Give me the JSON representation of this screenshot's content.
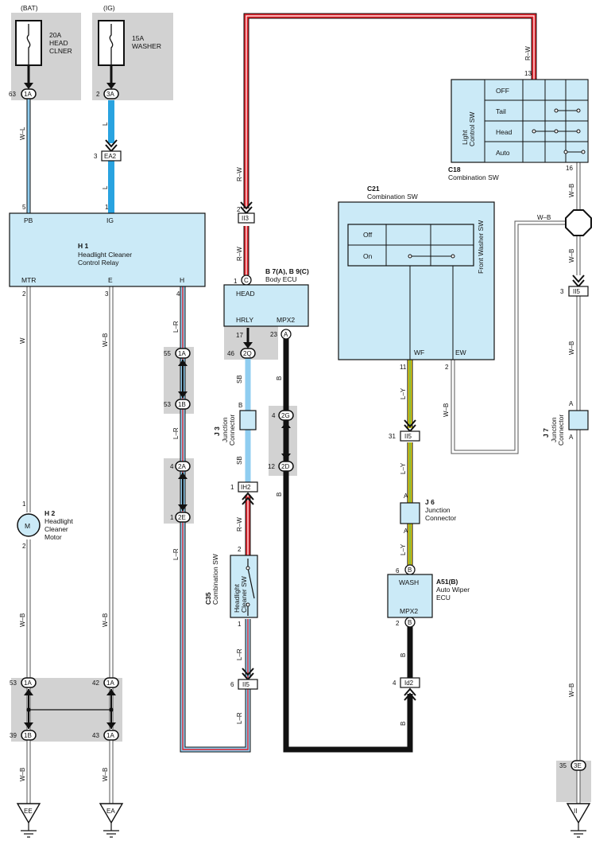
{
  "colors": {
    "box_fill": "#cbeaf7",
    "shade": "#d2d2d2",
    "wire_red": "#e2222a",
    "wire_blue": "#29a3e0",
    "wire_lightblue": "#8fcdf0",
    "wire_yellow": "#ecd21a",
    "wire_green": "#5fb043",
    "wire_black": "#111111"
  },
  "sources": [
    {
      "id": "bat",
      "supply": "(BAT)",
      "rating": "20A",
      "name1": "HEAD",
      "name2": "CLNER",
      "pin": "63",
      "conn": "1A"
    },
    {
      "id": "ig",
      "supply": "(IG)",
      "rating": "15A",
      "name1": "WASHER",
      "name2": "",
      "pin": "2",
      "conn": "3A"
    }
  ],
  "relay": {
    "code": "H 1",
    "name1": "Headlight Cleaner",
    "name2": "Control Relay",
    "pins_top": {
      "pb_label": "PB",
      "pb_num": "5",
      "ig_label": "IG",
      "ig_num": "1"
    },
    "pins_bottom": {
      "mtr_label": "MTR",
      "mtr_num": "2",
      "e_label": "E",
      "e_num": "3",
      "h_label": "H",
      "h_num": "4"
    }
  },
  "motor": {
    "code": "H 2",
    "name1": "Headlight",
    "name2": "Cleaner",
    "name3": "Motor",
    "symbol": "M",
    "pin_top": "1",
    "pin_bottom": "2"
  },
  "body_ecu": {
    "code": "B 7(A), B 9(C)",
    "name": "Body ECU",
    "head_label": "HEAD",
    "hrly_label": "HRLY",
    "mpx2_label": "MPX2",
    "head_pin": "1",
    "head_conn": "C",
    "hrly_pin": "17",
    "mpx2_pin": "23",
    "mpx2_conn": "A"
  },
  "combo_c18": {
    "code": "C18",
    "name": "Combination SW",
    "side": "Light Control SW",
    "side1": "Light",
    "side2": "Control SW",
    "rows": [
      "OFF",
      "Tail",
      "Head",
      "Auto"
    ],
    "pin_top": "13",
    "pin_bottom": "16"
  },
  "combo_c21": {
    "code": "C21",
    "name": "Combination SW",
    "side": "Front Washer SW",
    "rows": [
      "Off",
      "On"
    ],
    "wf_label": "WF",
    "ew_label": "EW",
    "wf_pin": "11",
    "ew_pin": "2"
  },
  "combo_c35": {
    "code": "C35",
    "name": "Combination SW",
    "side1": "Headlight",
    "side2": "Cleaner SW",
    "pin_top": "2",
    "pin_bottom": "1"
  },
  "junctions": [
    {
      "code": "J 3",
      "name1": "Junction",
      "name2": "Connector",
      "pin": "B"
    },
    {
      "code": "J 6",
      "name1": "Junction",
      "name2": "Connector",
      "pin_top": "A",
      "pin_bottom": "A"
    },
    {
      "code": "J 7",
      "name1": "Junction",
      "name2": "Connector",
      "pin_top": "A",
      "pin_bottom": "A"
    }
  ],
  "wiper_ecu": {
    "code": "A51(B)",
    "name1": "Auto Wiper",
    "name2": "ECU",
    "wash_label": "WASH",
    "mpx2_label": "MPX2",
    "wash_pin": "6",
    "wash_conn": "B",
    "mpx2_pin": "2",
    "mpx2_conn": "B"
  },
  "connectors": [
    {
      "id": "ea2",
      "pin": "3",
      "label": "EA2"
    },
    {
      "id": "ii3",
      "pin": "2",
      "label": "II3"
    },
    {
      "id": "ih2",
      "pin": "1",
      "label": "IH2"
    },
    {
      "id": "ii5a",
      "pin": "6",
      "label": "II5"
    },
    {
      "id": "ii5b",
      "pin": "31",
      "label": "II5"
    },
    {
      "id": "ii5c",
      "pin": "3",
      "label": "II5"
    },
    {
      "id": "id2",
      "pin": "4",
      "label": "Id2"
    }
  ],
  "ovals": [
    {
      "id": "h55",
      "pin": "55",
      "label": "1A"
    },
    {
      "id": "h53",
      "pin": "53",
      "label": "1B"
    },
    {
      "id": "h4",
      "pin": "4",
      "label": "2A"
    },
    {
      "id": "h1",
      "pin": "1",
      "label": "2E"
    },
    {
      "id": "q46",
      "pin": "46",
      "label": "2Q"
    },
    {
      "id": "g4",
      "pin": "4",
      "label": "2G"
    },
    {
      "id": "d12",
      "pin": "12",
      "label": "2D"
    },
    {
      "id": "m53",
      "pin": "53",
      "label": "1A"
    },
    {
      "id": "m39",
      "pin": "39",
      "label": "1B"
    },
    {
      "id": "e42",
      "pin": "42",
      "label": "1A"
    },
    {
      "id": "e43",
      "pin": "43",
      "label": "1A"
    },
    {
      "id": "r35",
      "pin": "35",
      "label": "3E"
    }
  ],
  "grounds": [
    {
      "id": "ee",
      "label": "EE"
    },
    {
      "id": "ea",
      "label": "EA"
    },
    {
      "id": "ii",
      "label": "II"
    }
  ],
  "wire_codes": {
    "wl": "W–L",
    "l1": "L",
    "l2": "L",
    "rw1": "R–W",
    "rw2": "R–W",
    "rw3": "R–W",
    "rw4": "R–W",
    "w": "W",
    "wb1": "W–B",
    "wb2": "W–B",
    "wb3": "W–B",
    "wb4": "W–B",
    "lr1": "L–R",
    "lr2": "L–R",
    "lr3": "L–R",
    "lr4": "L–R",
    "sb1": "SB",
    "sb2": "SB",
    "b1": "B",
    "b2": "B",
    "b3": "B",
    "b4": "B",
    "ly1": "L–Y",
    "ly2": "L–Y",
    "ly3": "L–Y",
    "wb_c21": "W–B",
    "wb_j7a": "W–B",
    "wb_j7b": "W–B",
    "wb_j7c": "W–B",
    "wb_j7d": "W–B",
    "wb_hex": "W–B"
  }
}
